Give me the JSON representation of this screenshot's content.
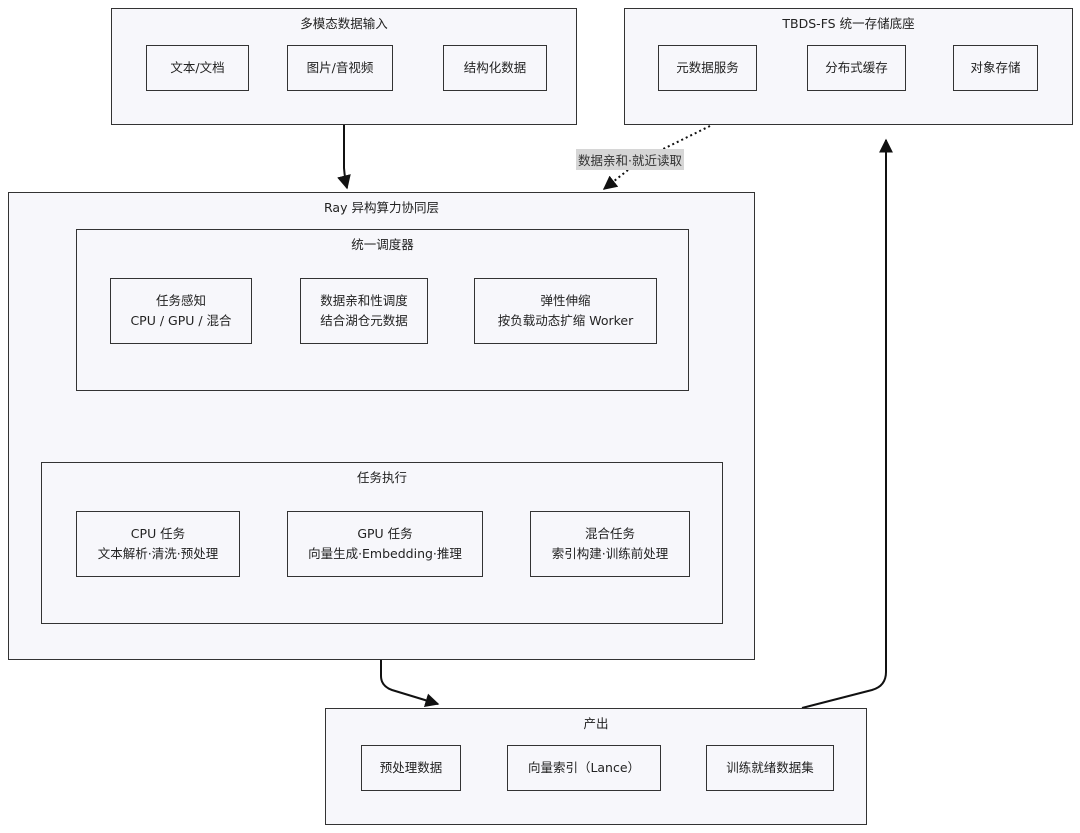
{
  "input": {
    "title": "多模态数据输入",
    "items": [
      "文本/文档",
      "图片/音视频",
      "结构化数据"
    ]
  },
  "storage": {
    "title": "TBDS-FS 统一存储底座",
    "items": [
      "元数据服务",
      "分布式缓存",
      "对象存储"
    ]
  },
  "ray": {
    "title": "Ray 异构算力协同层",
    "scheduler": {
      "title": "统一调度器",
      "nodes": [
        {
          "line1": "任务感知",
          "line2": "CPU / GPU / 混合"
        },
        {
          "line1": "数据亲和性调度",
          "line2": "结合湖仓元数据"
        },
        {
          "line1": "弹性伸缩",
          "line2": "按负载动态扩缩 Worker"
        }
      ]
    },
    "execution": {
      "title": "任务执行",
      "nodes": [
        {
          "line1": "CPU 任务",
          "line2": "文本解析·清洗·预处理"
        },
        {
          "line1": "GPU 任务",
          "line2": "向量生成·Embedding·推理"
        },
        {
          "line1": "混合任务",
          "line2": "索引构建·训练前处理"
        }
      ]
    }
  },
  "output": {
    "title": "产出",
    "items": [
      "预处理数据",
      "向量索引（Lance）",
      "训练就绪数据集"
    ]
  },
  "edges": {
    "affinity_label": "数据亲和·就近读取"
  },
  "colors": {
    "stroke": "#333333",
    "fill": "#f7f7fb",
    "label_bg": "#d6d6d6"
  }
}
